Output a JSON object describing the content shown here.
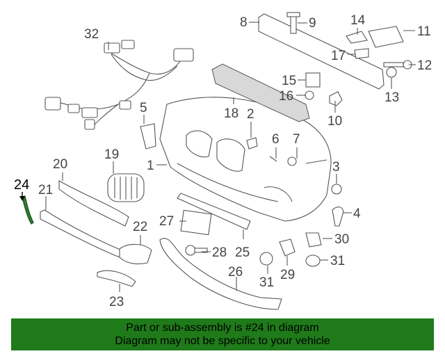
{
  "callouts": [
    "1",
    "2",
    "3",
    "4",
    "5",
    "6",
    "7",
    "8",
    "9",
    "10",
    "11",
    "12",
    "13",
    "14",
    "15",
    "16",
    "17",
    "18",
    "19",
    "20",
    "21",
    "22",
    "23",
    "24",
    "25",
    "26",
    "27",
    "28",
    "29",
    "30",
    "31",
    "31",
    "32"
  ],
  "highlight_part": "24",
  "highlight_color": "#2e7d32",
  "banner": {
    "line1": "Part or sub-assembly is #24 in diagram",
    "line2": "Diagram may not be specific to your vehicle",
    "color": "#1f7a1a"
  }
}
